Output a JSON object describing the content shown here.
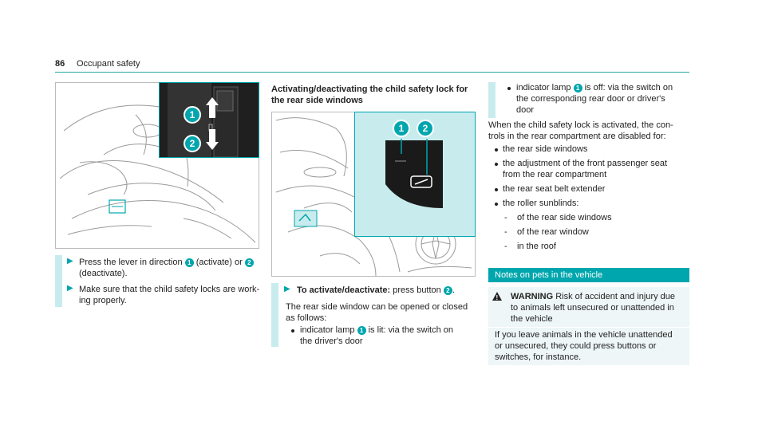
{
  "header": {
    "page_number": "86",
    "section_title": "Occupant safety"
  },
  "figure1": {
    "callouts": [
      "1",
      "2"
    ]
  },
  "left_steps": [
    {
      "parts": [
        "Press the lever in direction ",
        "1",
        " (activate) or ",
        "2"
      ],
      "line2": "(deactivate)."
    },
    {
      "line1": "Make sure that the child safety locks are work-",
      "line2": "ing properly."
    }
  ],
  "middle": {
    "heading_line1": "Activating/deactivating the child safety lock for",
    "heading_line2": "the rear side windows",
    "figure2": {
      "callouts": [
        "1",
        "2"
      ]
    },
    "step_label": "To activate/deactivate:",
    "step_text": " press button ",
    "step_button": "2",
    "step_end": ".",
    "para_line1": "The rear side window can be opened or closed",
    "para_line2": "as follows:",
    "bullet1_a": "indicator lamp ",
    "bullet1_num": "1",
    "bullet1_b": " is lit: via the switch on",
    "bullet1_line2": "the driver's door"
  },
  "right": {
    "bullet_a": "indicator lamp ",
    "bullet_num": "1",
    "bullet_b": " is off: via the switch on",
    "bullet_line2": "the corresponding rear door or driver's",
    "bullet_line3": "door",
    "para_line1": "When the child safety lock is activated, the con-",
    "para_line2": "trols in the rear compartment are disabled for:",
    "list": [
      "the rear side windows",
      "the adjustment of the front passenger seat",
      "from the rear compartment",
      "the rear seat belt extender",
      "the roller sunblinds:"
    ],
    "sublist": [
      "of the rear side windows",
      "of the rear window",
      "in the roof"
    ],
    "sub_dash": "-",
    "notes_heading": "Notes on pets in the vehicle",
    "warning_label": "WARNING",
    "warning_line1": " Risk of accident and injury due",
    "warning_line2": "to animals left unsecured or unattended in",
    "warning_line3": "the vehicle",
    "pet_line1": "If you leave animals in the vehicle unattended",
    "pet_line2": "or unsecured, they could press buttons or",
    "pet_line3": "switches, for instance."
  },
  "colors": {
    "accent": "#00a6ad",
    "light_accent": "#c8ecee"
  }
}
